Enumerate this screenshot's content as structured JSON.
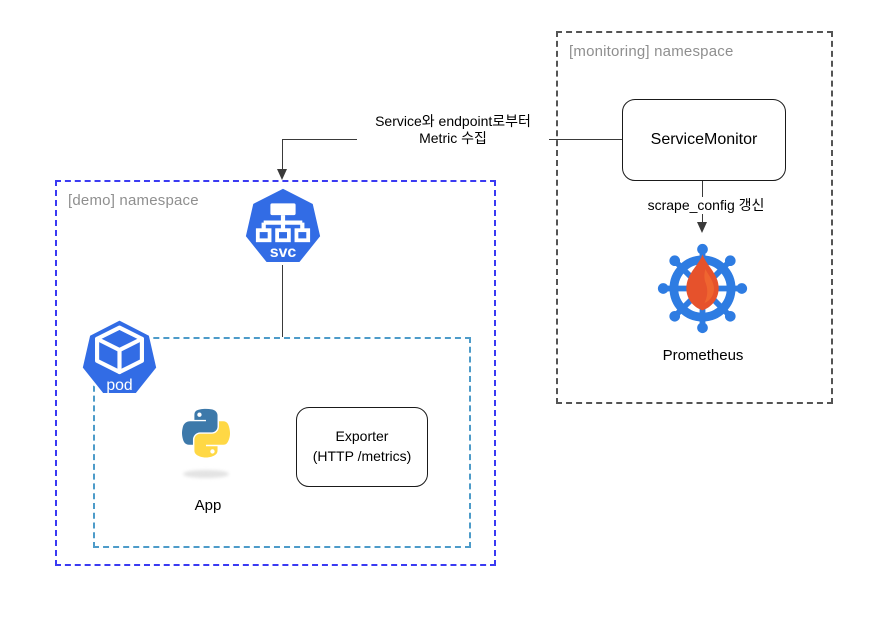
{
  "diagram": {
    "title_context": "Kubernetes Prometheus ServiceMonitor architecture diagram",
    "namespaces": {
      "monitoring": {
        "label": "[monitoring] namespace"
      },
      "demo": {
        "label": "[demo] namespace"
      }
    },
    "nodes": {
      "service_monitor": {
        "label": "ServiceMonitor"
      },
      "exporter": {
        "label_line1": "Exporter",
        "label_line2": "(HTTP /metrics)"
      },
      "prometheus": {
        "label": "Prometheus"
      },
      "svc": {
        "label": "svc"
      },
      "pod": {
        "label": "pod"
      },
      "app": {
        "label": "App"
      }
    },
    "edges": {
      "metric_collect": {
        "label_line1": "Service와 endpoint로부터",
        "label_line2": "Metric 수집"
      },
      "scrape_config": {
        "label": "scrape_config 갱신"
      }
    },
    "icons": {
      "svc": "kubernetes-service-heptagon-icon",
      "pod": "kubernetes-pod-heptagon-icon",
      "prometheus": "kubernetes-wheel-with-prometheus-flame-icon",
      "app": "python-logo-icon"
    },
    "colors": {
      "demo_border": "#3b3bf2",
      "pod_border": "#4d9bc9",
      "monitoring_border": "#545454",
      "namespace_label": "#8f8f8f",
      "k8s_blue": "#326ce5",
      "wheel_blue": "#2e7ce2",
      "flame_orange": "#e6522c",
      "python_blue": "#3d79aa",
      "python_yellow": "#ffd845",
      "line": "#3a3a3a"
    }
  }
}
